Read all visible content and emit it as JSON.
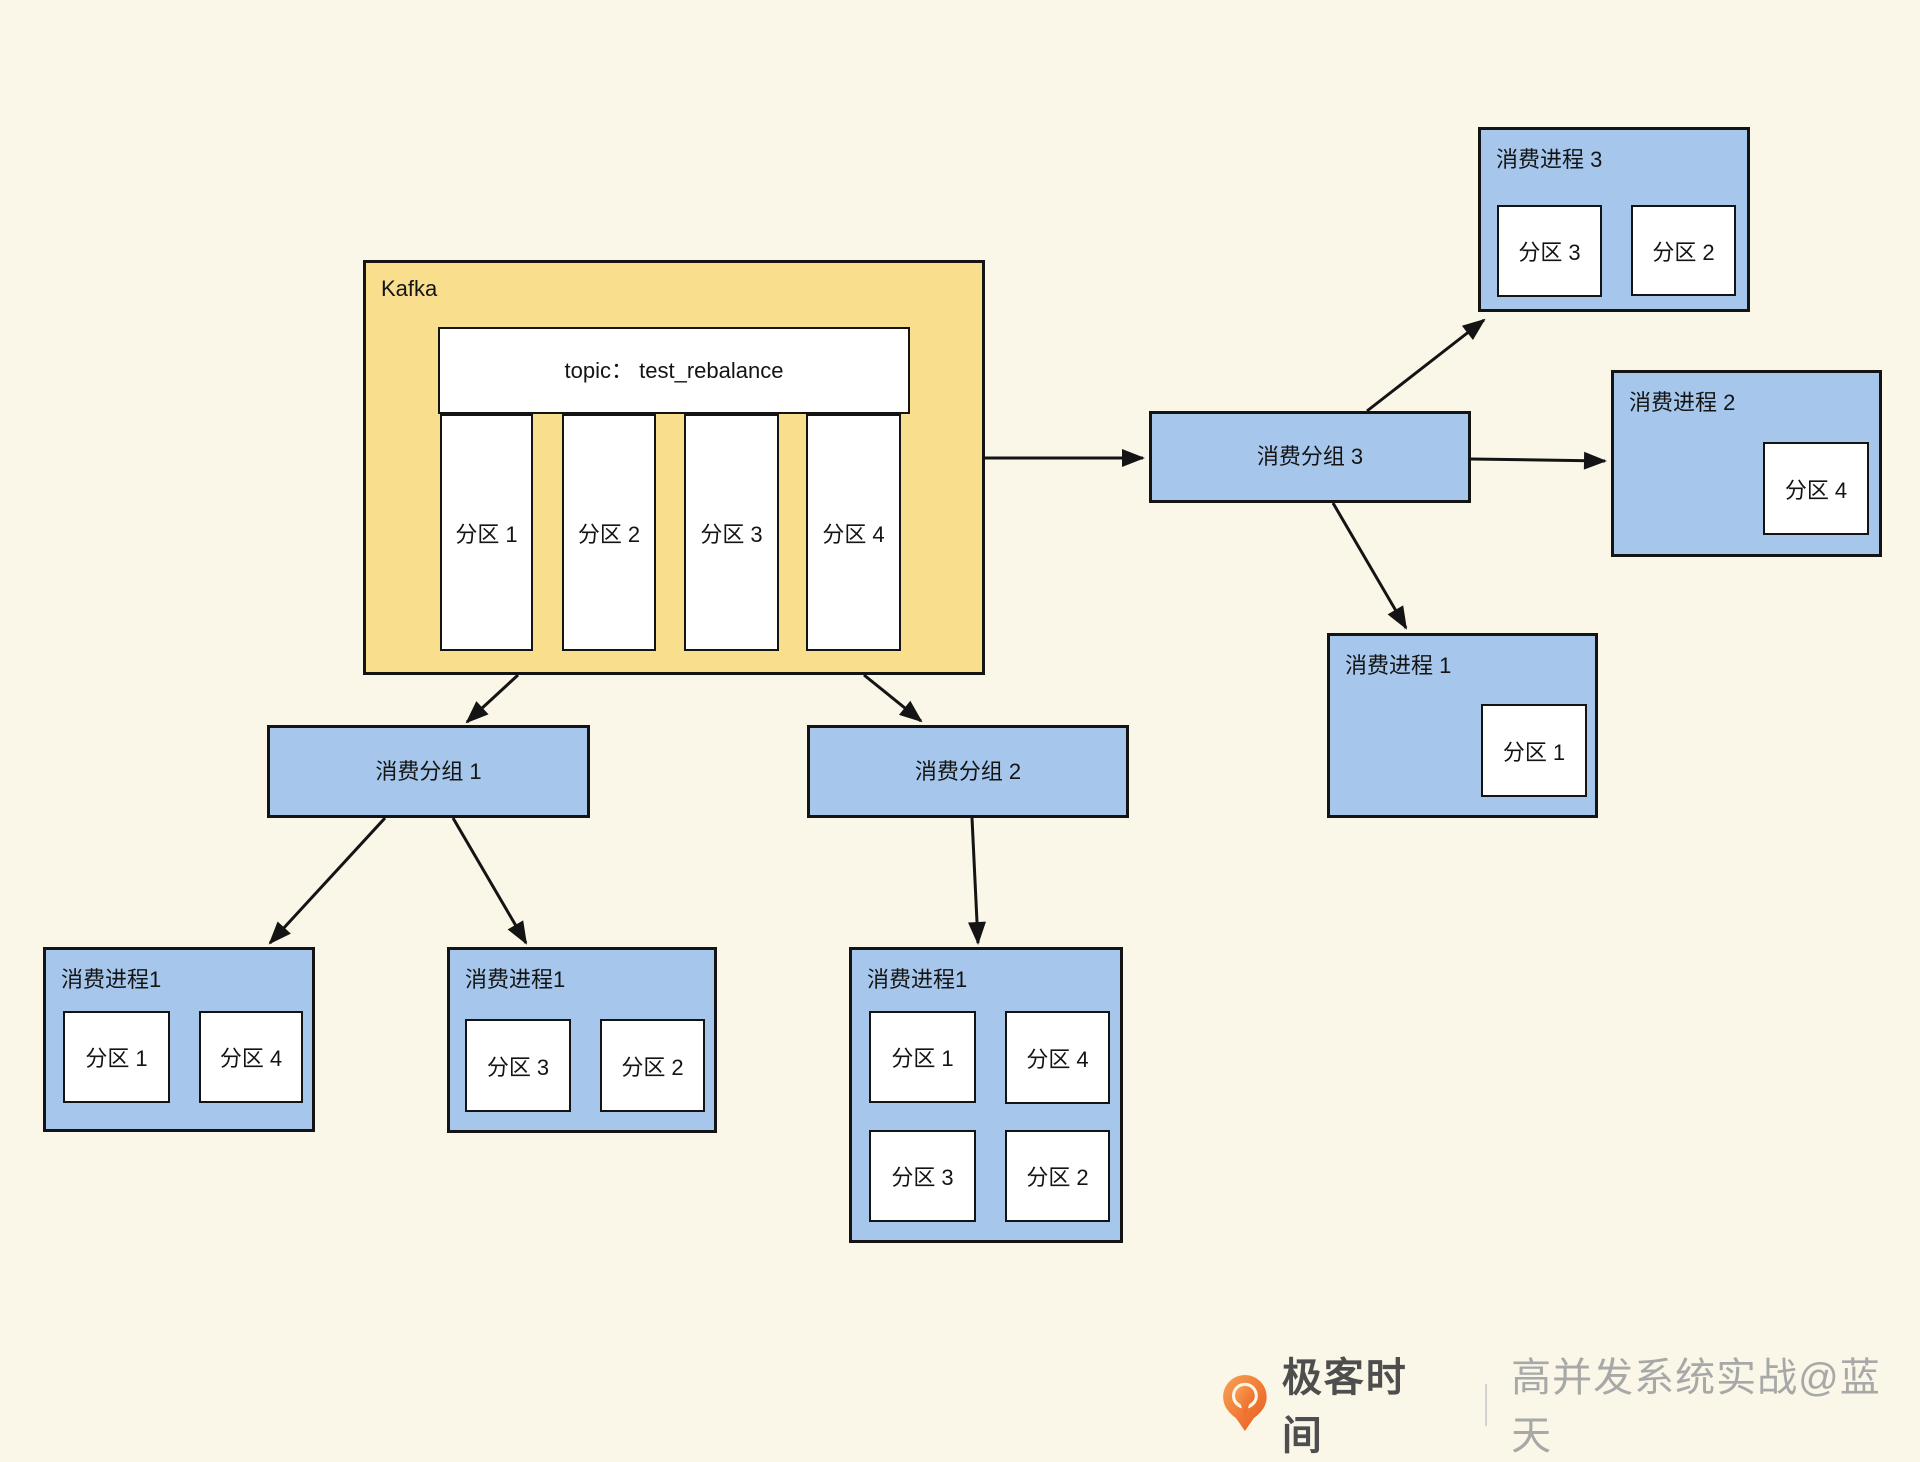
{
  "colors": {
    "background": "#FAF7E8",
    "kafka_fill": "#F8DE8D",
    "node_fill": "#A6C7EB",
    "partition_fill": "#FFFFFF",
    "line": "#141414",
    "brand_orange": "#EE5A1F"
  },
  "kafka": {
    "label": "Kafka",
    "topic_label": "topic： test_rebalance",
    "partitions": [
      "分区 1",
      "分区 2",
      "分区 3",
      "分区 4"
    ]
  },
  "groups": [
    {
      "label": "消费分组 1"
    },
    {
      "label": "消费分组 2"
    },
    {
      "label": "消费分组 3"
    }
  ],
  "processes": [
    {
      "title": "消费进程 3",
      "partitions": [
        "分区 3",
        "分区 2"
      ]
    },
    {
      "title": "消费进程 2",
      "partitions": [
        "分区 4"
      ]
    },
    {
      "title": "消费进程 1",
      "partitions": [
        "分区 1"
      ]
    },
    {
      "title": "消费进程1",
      "partitions": [
        "分区 1",
        "分区 4"
      ]
    },
    {
      "title": "消费进程1",
      "partitions": [
        "分区 3",
        "分区 2"
      ]
    },
    {
      "title": "消费进程1",
      "partitions": [
        "分区 1",
        "分区 4",
        "分区 3",
        "分区 2"
      ]
    }
  ],
  "watermark": {
    "brand": "极客时间",
    "divider": "｜",
    "credit": "高并发系统实战@蓝天"
  }
}
